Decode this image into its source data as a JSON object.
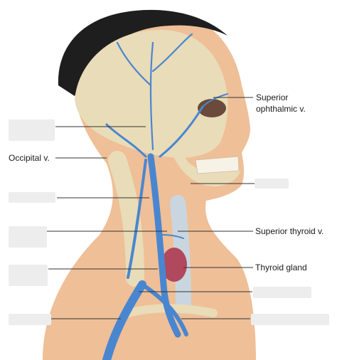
{
  "labels": {
    "superior_ophthalmic": [
      "Superior",
      "ophthalmic v."
    ],
    "occipital": "Occipital v.",
    "superior_thyroid": "Superior thyroid v.",
    "thyroid_gland": "Thyroid gland"
  },
  "blanks": [
    {
      "id": "blank-1",
      "side": "left"
    },
    {
      "id": "blank-2",
      "side": "left"
    },
    {
      "id": "blank-3",
      "side": "left"
    },
    {
      "id": "blank-4",
      "side": "left"
    },
    {
      "id": "blank-5",
      "side": "left"
    },
    {
      "id": "blank-6",
      "side": "right"
    },
    {
      "id": "blank-7",
      "side": "right"
    },
    {
      "id": "blank-8",
      "side": "right"
    }
  ],
  "colors": {
    "vein": "#4a86d0",
    "skin": "#efbf97",
    "bone": "#e9dcb8",
    "hair": "#1e1e1e",
    "thyroid": "#b0485e",
    "leader": "#333333"
  }
}
